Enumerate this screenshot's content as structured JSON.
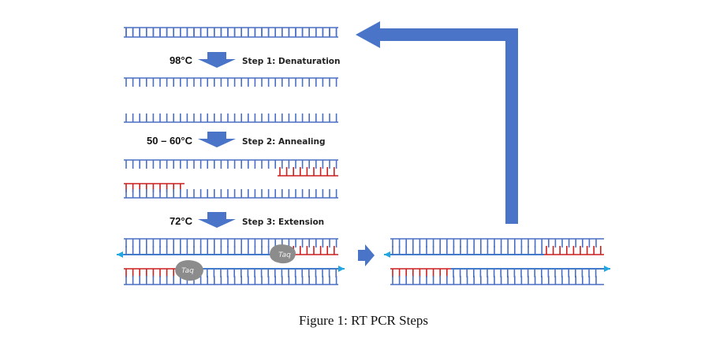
{
  "colors": {
    "dna": "#4a6fc4",
    "primer": "#cc1f1f",
    "new_strand": "#22a7e0",
    "arrow": "#4a74c8",
    "taq": "#8c8c8c"
  },
  "steps": [
    {
      "temperature": "98°C",
      "label": "Step 1: Denaturation"
    },
    {
      "temperature": "50 – 60°C",
      "label": "Step 2: Annealing"
    },
    {
      "temperature": "72°C",
      "label": "Step 3: Extension"
    }
  ],
  "enzyme_label": "Taq",
  "caption": "Figure 1: RT PCR Steps"
}
